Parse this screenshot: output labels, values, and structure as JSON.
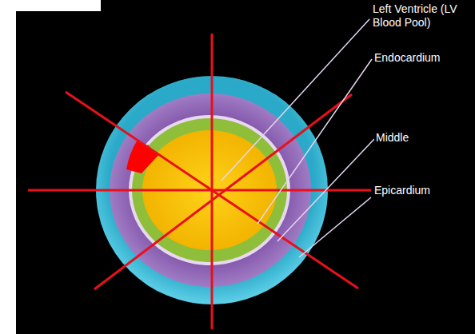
{
  "diagram": {
    "labels": [
      "Left Ventricle (LV Blood Pool)",
      "Endocardium",
      "Middle",
      "Epicardium"
    ]
  }
}
